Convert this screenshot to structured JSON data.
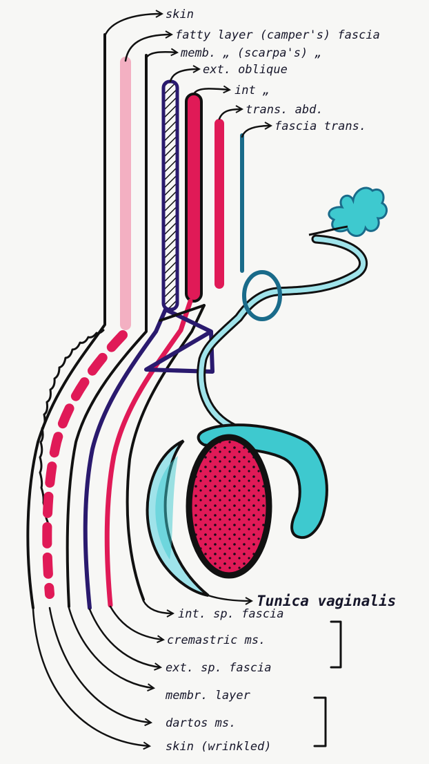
{
  "labels": {
    "skin": "skin",
    "fatty_layer": "fatty layer (camper's) fascia",
    "membranous": "memb. „ (scarpa's) „",
    "ext_oblique": "ext. oblique",
    "int": "int „",
    "trans_abd": "trans. abd.",
    "fascia_trans": "fascia trans.",
    "tunica_vaginalis": "Tunica vaginalis",
    "int_sp_fascia": "int. sp. fascia",
    "cremastric": "cremastric ms.",
    "ext_sp_fascia": "ext. sp. fascia",
    "membr_layer": "membr. layer",
    "dartos": "dartos ms.",
    "skin_wrinkled": "skin (wrinkled)"
  },
  "colors": {
    "ink": "#111111",
    "navy": "#2a1a6e",
    "crimson": "#e01a57",
    "pink_light": "#f2a3b8",
    "cyan": "#3ec9cf",
    "cyan_light": "#9fe3ea",
    "teal_dark": "#1a6b8a",
    "paper": "#f7f7f5"
  }
}
